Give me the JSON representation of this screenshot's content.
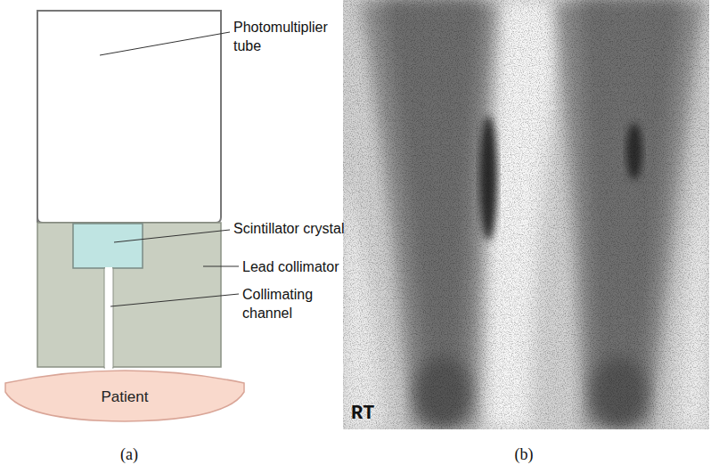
{
  "diagram": {
    "nodes": [
      {
        "text": [
          "Patient"
        ]
      }
    ],
    "labels": [
      "Photomultiplier tube",
      "Scintillator crystal",
      "Lead collimator",
      "Collimating channel",
      "RT",
      "(a)",
      "(b)"
    ]
  }
}
